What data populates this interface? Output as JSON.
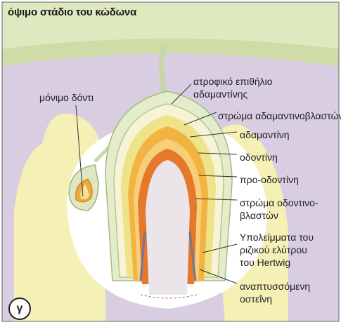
{
  "title": "όψιμο στάδιο του κώδωνα",
  "labels": {
    "permanent_tooth": "μόνιμο δόντι",
    "reduced_epithelium_1": "ατροφικό επιθήλιο",
    "reduced_epithelium_2": "αδαμαντίνης",
    "ameloblast_layer": "στρώμα αδαμαντινοβλαστών",
    "enamel": "αδαμαντίνη",
    "dentin": "οδοντίνη",
    "predentin": "προ-οδοντίνη",
    "odontoblast_layer_1": "στρώμα οδοντινο-",
    "odontoblast_layer_2": "βλαστών",
    "hertwig_1": "Υπολείμματα του",
    "hertwig_2": "ριζικού ελύτρου",
    "hertwig_3": "του Hertwig",
    "cementum_1": "αναπτυσσόμενη",
    "cementum_2": "οστεΐνη"
  },
  "panel_letter": "γ",
  "colors": {
    "background_upper": "#e8eec6",
    "gingiva": "#d6e2b8",
    "bone_crypt": "#f3efb4",
    "purple_region": "#d8cbe0",
    "enamel": "#f5e48a",
    "dentin": "#f2a93a",
    "predentin": "#f7d07a",
    "odontoblasts": "#e98a32",
    "pulp": "#e6e0e6",
    "epithelium": "#e3ecc8"
  }
}
